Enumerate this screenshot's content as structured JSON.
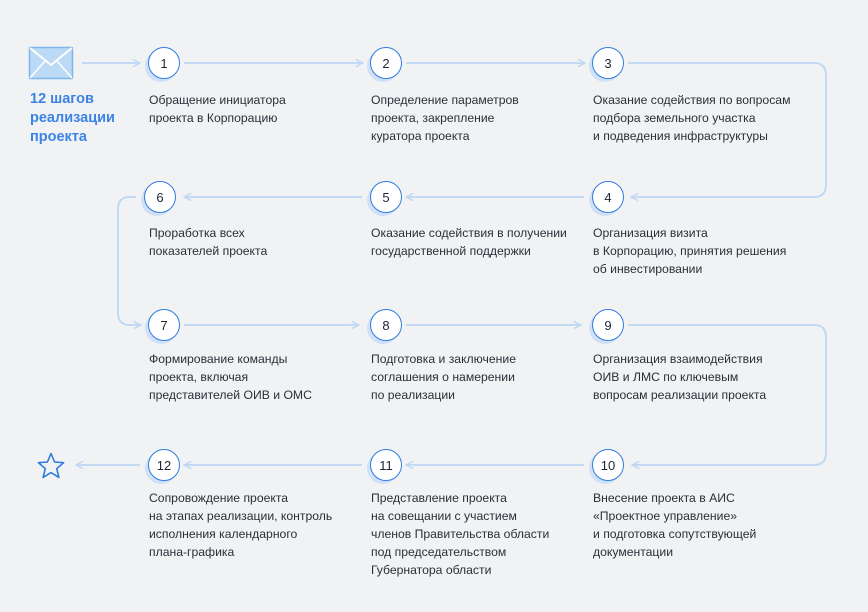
{
  "title": "12 шагов\nреализации\nпроекта",
  "icons": {
    "start": "envelope-icon",
    "end": "star-icon"
  },
  "colors": {
    "accent": "#2f7ce0",
    "line": "#bdd7f4",
    "title": "#3c83e6",
    "text": "#2a2f38",
    "background": "#f1f2f4"
  },
  "steps": [
    {
      "number": "1",
      "text": "Обращение инициатора\nпроекта в Корпорацию"
    },
    {
      "number": "2",
      "text": "Определение параметров\nпроекта, закрепление\nкуратора проекта"
    },
    {
      "number": "3",
      "text": "Оказание содействия по вопросам\nподбора земельного участка\nи подведения инфраструктуры"
    },
    {
      "number": "4",
      "text": "Организация визита\nв Корпорацию, принятия решения\nоб инвестировании"
    },
    {
      "number": "5",
      "text": "Оказание содействия в получении\nгосударственной поддержки"
    },
    {
      "number": "6",
      "text": "Проработка всех\nпоказателей проекта"
    },
    {
      "number": "7",
      "text": "Формирование команды\nпроекта, включая\nпредставителей ОИВ и ОМС"
    },
    {
      "number": "8",
      "text": "Подготовка и заключение\nсоглашения о намерении\nпо реализации"
    },
    {
      "number": "9",
      "text": "Организация взаимодействия\nОИВ и ЛМС по ключевым\nвопросам реализации проекта"
    },
    {
      "number": "10",
      "text": "Внесение проекта в АИС\n«Проектное управление»\nи подготовка сопутствующей\nдокументации"
    },
    {
      "number": "11",
      "text": "Представление проекта\nна совещании с участием\nчленов Правительства области\nпод председательством\nГубернатора области"
    },
    {
      "number": "12",
      "text": "Сопровождение проекта\nна этапах реализации, контроль\nисполнения календарного\nплана-графика"
    }
  ]
}
